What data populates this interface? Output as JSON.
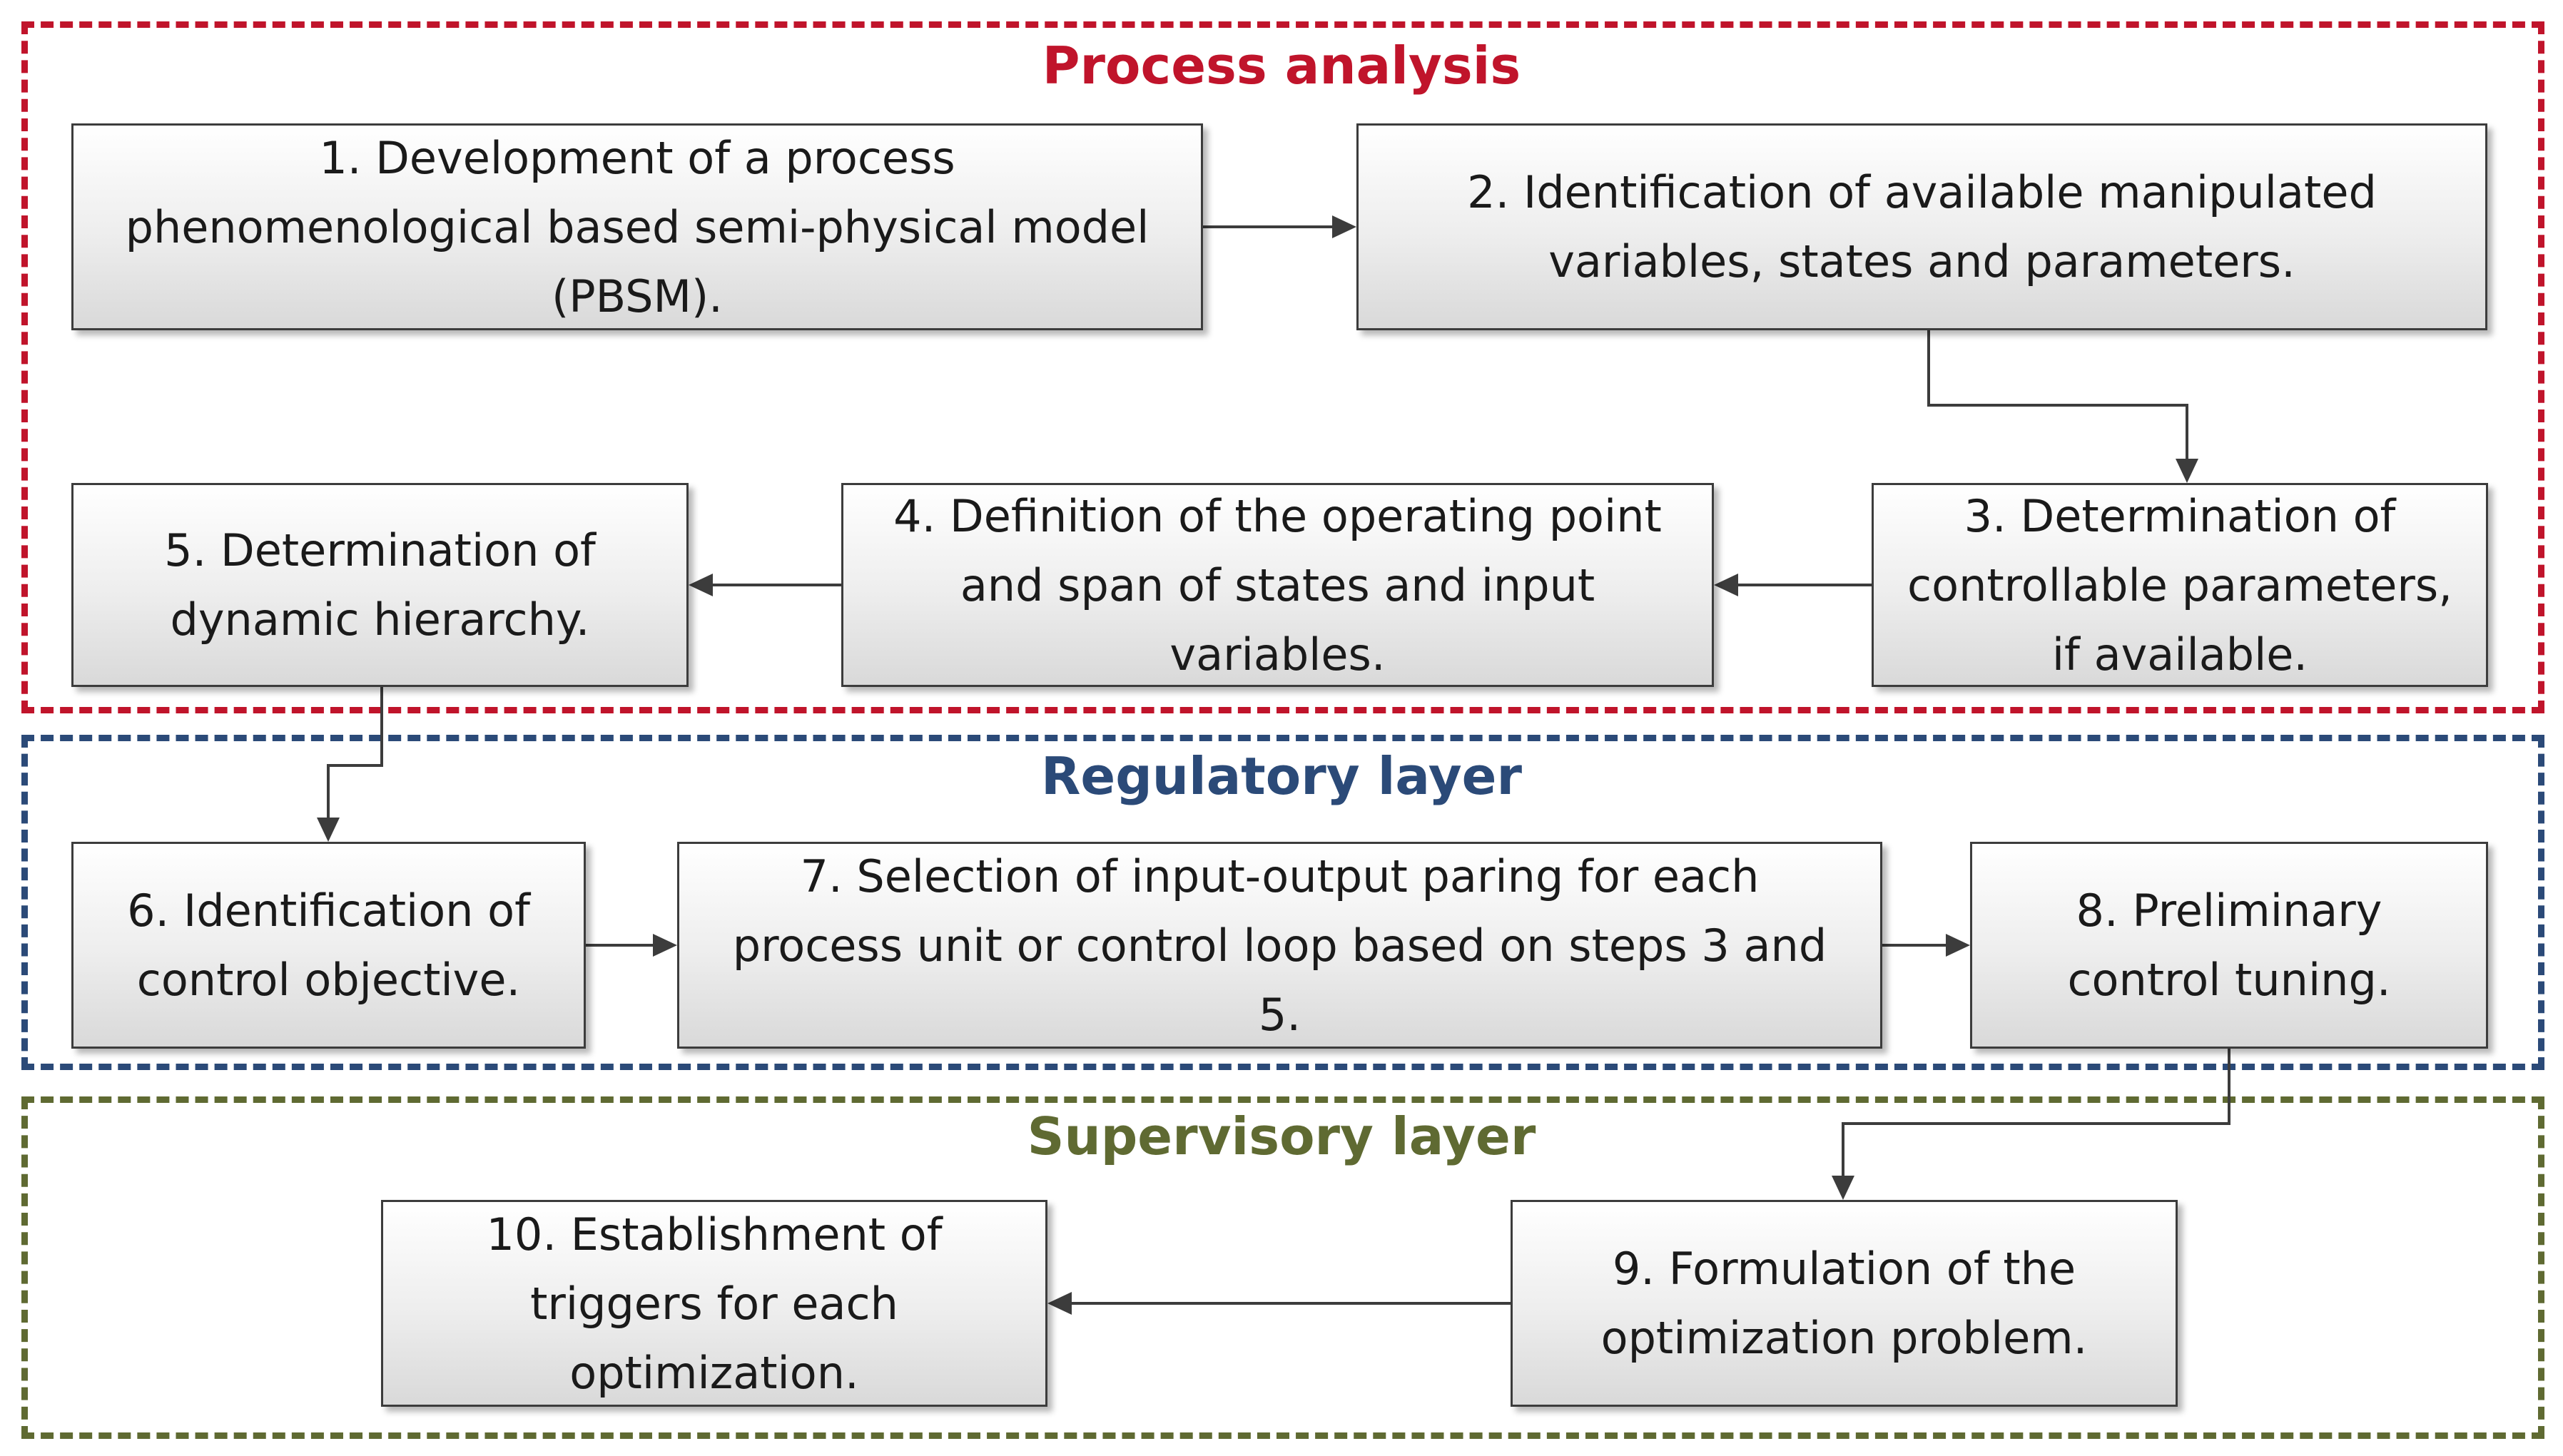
{
  "groups": {
    "process": {
      "title": "Process analysis",
      "color": "#c0142b"
    },
    "regulatory": {
      "title": "Regulatory layer",
      "color": "#2b4a78"
    },
    "supervisory": {
      "title": "Supervisory layer",
      "color": "#5f6a32"
    }
  },
  "steps": {
    "s1": "1. Development of a process\nphenomenological based semi-physical model\n(PBSM).",
    "s2": "2. Identification of available manipulated\nvariables, states and parameters.",
    "s3": "3. Determination of\ncontrollable parameters,\nif available.",
    "s4": "4. Definition of the operating point\nand span of states and input\nvariables.",
    "s5": "5. Determination of\ndynamic hierarchy.",
    "s6": "6. Identification of\ncontrol objective.",
    "s7": "7. Selection of input-output paring for each\nprocess unit or control loop based on steps 3 and\n5.",
    "s8": "8. Preliminary\ncontrol tuning.",
    "s9": "9. Formulation of the\noptimization problem.",
    "s10": "10. Establishment of\ntriggers for each\noptimization."
  },
  "connector_color": "#3c3c3c"
}
